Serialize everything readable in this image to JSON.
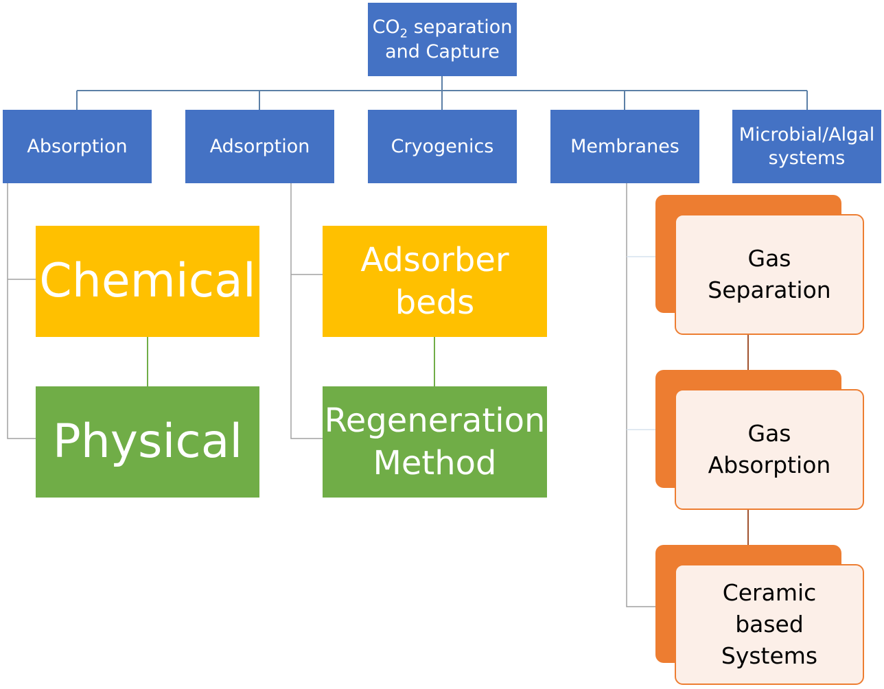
{
  "root": {
    "line1_pre": "CO",
    "line1_sub": "2",
    "line1_post": " separation",
    "line2": "and Capture"
  },
  "categories": [
    "Absorption",
    "Adsorption",
    "Cryogenics",
    "Membranes",
    "Microbial/Algal systems"
  ],
  "absorption_children": [
    "Chemical",
    "Physical"
  ],
  "adsorption_children": [
    [
      "Adsorber",
      "beds"
    ],
    [
      "Regeneration",
      "Method"
    ]
  ],
  "membrane_children": [
    [
      "Gas",
      "Separation"
    ],
    [
      "Gas",
      "Absorption"
    ],
    [
      "Ceramic",
      "based",
      "Systems"
    ]
  ],
  "colors": {
    "blue": "#4472c4",
    "yellow": "#ffc000",
    "green": "#70ad47",
    "orange": "#ed7d31",
    "peach": "#fcefe8",
    "connector": "#5b7fa6"
  }
}
